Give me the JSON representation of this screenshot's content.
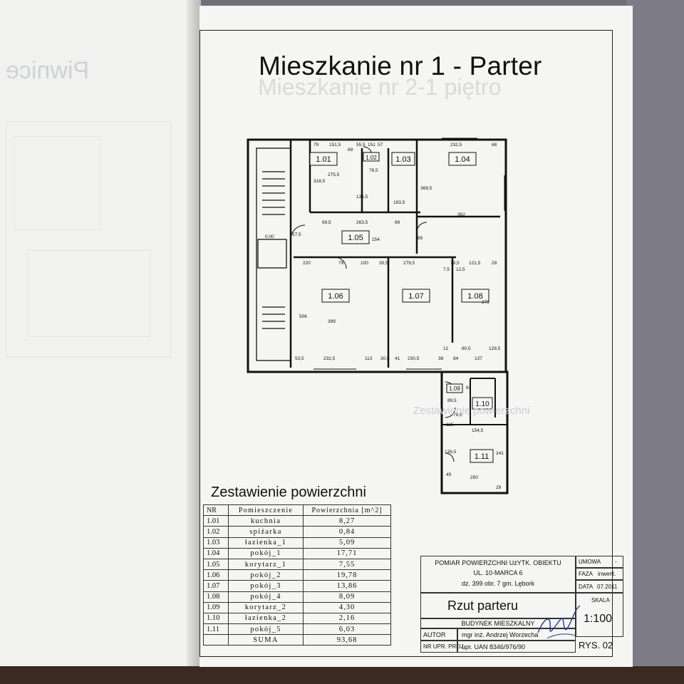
{
  "document": {
    "title": "Mieszkanie nr 1 - Parter",
    "bleed_through_heading": "Mieszkanie nr 2-1 piętro",
    "left_page_ghost_heading": "Piwnice"
  },
  "floor_plan": {
    "rooms": [
      {
        "id": "1.01"
      },
      {
        "id": "1.02"
      },
      {
        "id": "1.03"
      },
      {
        "id": "1.04"
      },
      {
        "id": "1.05"
      },
      {
        "id": "1.06"
      },
      {
        "id": "1.07"
      },
      {
        "id": "1.08"
      },
      {
        "id": "1.09"
      },
      {
        "id": "1.10"
      },
      {
        "id": "1.11"
      }
    ],
    "dimensions": [
      "79",
      "151,5",
      "69",
      "55,5",
      "151",
      "57",
      "232,5",
      "68",
      "275,5",
      "78,5",
      "193,5",
      "318,5",
      "136,5",
      "369,5",
      "362",
      "69,5",
      "263,5",
      "69",
      "57,5",
      "154",
      "65",
      "220",
      "79",
      "100",
      "30,5",
      "279,5",
      "79,5",
      "121,5",
      "29",
      "7,5",
      "12,5",
      "506",
      "399",
      "279",
      "80,5",
      "12",
      "129,5",
      "53,5",
      "232,5",
      "113",
      "30,5",
      "41",
      "230,5",
      "38",
      "84",
      "137",
      "89,5",
      "63",
      "79,5",
      "115",
      "154,5",
      "139,5",
      "241",
      "250",
      "49",
      "29",
      "0.00"
    ]
  },
  "area_summary": {
    "title": "Zestawienie powierzchni",
    "headers": [
      "NR",
      "Pomieszczenie",
      "Powierzchnia [m^2]"
    ],
    "rows": [
      {
        "nr": "1.01",
        "name": "kuchnia",
        "area": "8,27"
      },
      {
        "nr": "1.02",
        "name": "spiżarka",
        "area": "0,84"
      },
      {
        "nr": "1.03",
        "name": "łazienka_1",
        "area": "5,09"
      },
      {
        "nr": "1.04",
        "name": "pokój_1",
        "area": "17,71"
      },
      {
        "nr": "1.05",
        "name": "korytarz_1",
        "area": "7,55"
      },
      {
        "nr": "1.06",
        "name": "pokój_2",
        "area": "19,78"
      },
      {
        "nr": "1.07",
        "name": "pokój_3",
        "area": "13,86"
      },
      {
        "nr": "1.08",
        "name": "pokój_4",
        "area": "8,09"
      },
      {
        "nr": "1.09",
        "name": "korytarz_2",
        "area": "4,30"
      },
      {
        "nr": "1.10",
        "name": "łazienka_2",
        "area": "2,16"
      },
      {
        "nr": "1.11",
        "name": "pokój_5",
        "area": "6,03"
      }
    ],
    "total_label": "SUMA",
    "total_value": "93,68"
  },
  "title_block": {
    "line1": "POMIAR POWIERZCHNI UżYTK. OBIEKTU",
    "line2": "UL. 10-MARCA 6",
    "line3": "dz. 399 obr. 7 gm. Lębork",
    "drawing_title": "Rzut parteru",
    "building": "BUDYNEK MIESZKALNY",
    "author_label": "AUTOR",
    "author_value": "mgr inż. Andrzej Worzecha",
    "license_label": "NR UPR. PROJ.",
    "license_value": "upr. UAN 8346/976/90",
    "umowa_label": "UMOWA",
    "umowa_value": "-",
    "faza_label": "FAZA",
    "faza_value": "inwent.",
    "data_label": "DATA",
    "data_value": "07.2011",
    "skala_label": "SKALA",
    "skala_value": "1:100",
    "sheet": "RYS. 02"
  }
}
